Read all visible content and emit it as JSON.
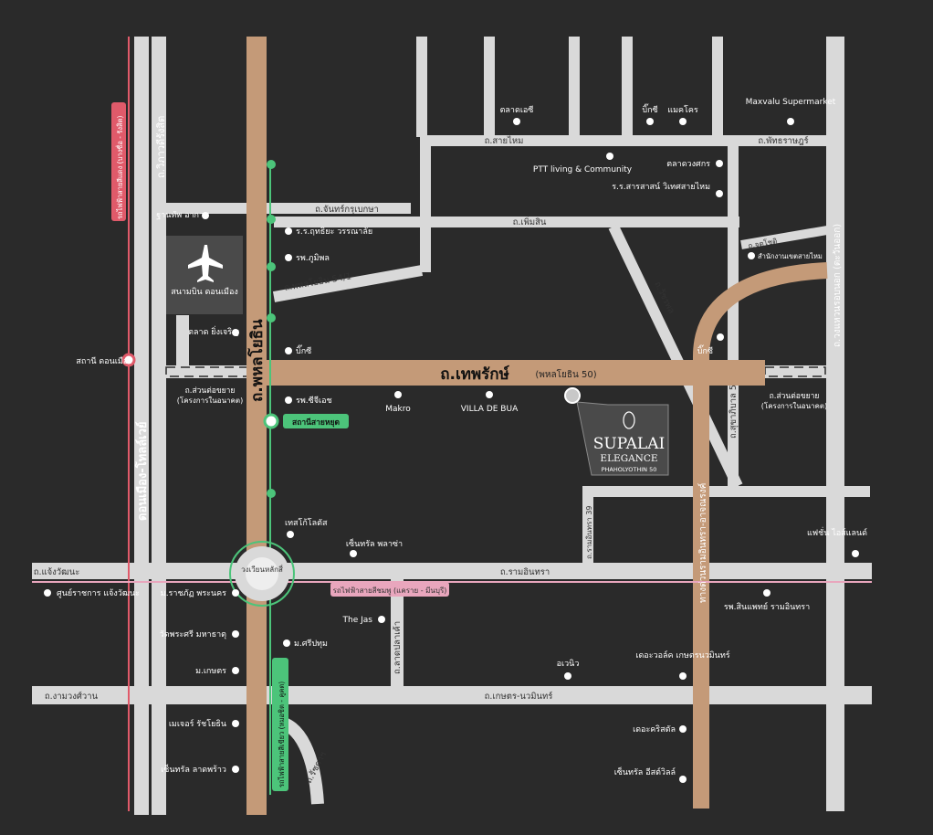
{
  "colors": {
    "background": "#2a2a2a",
    "road": "#d9d9d9",
    "main_road": "#c49a78",
    "green_line": "#4cc47a",
    "red_line": "#e05a6a",
    "pink_line": "#e9a6bd",
    "label": "#ffffff",
    "poi_dot": "#ffffff"
  },
  "icons": [
    "airplane-icon",
    "project-marker-icon",
    "lotus-logo-icon"
  ],
  "roads": {
    "vibhavadi": "ถ.วิภาวดีรังสิต",
    "donmueang_tollway": "ดอนเมือง-โทลล์เวย์",
    "phahonyothin": "ถ.พหลโยธิน",
    "thep_rak": "ถ.เทพรักษ์",
    "thep_rak_note": "(พหลโยธิน 50)",
    "chantharakasem": "ถ.จันทร์กรุเบกษา",
    "sai_mai": "ถ.สายไหม",
    "phatthana": "ถ.พัทธราษฎร์",
    "phoem_sin": "ถ.เพิ่มสิน",
    "phahon_54_1": "ถ.พหลโยธิน 54/1",
    "wacharaphon": "ถ.วัชรพล",
    "chotwithayut": "ถ.จตุโชติ",
    "suan_ton_left": "ถ.ส่วนต่อขยาย",
    "suan_ton_left_note": "(โครงการในอนาคต)",
    "suan_ton_right": "ถ.ส่วนต่อขยาย",
    "suan_ton_right_note": "(โครงการในอนาคต)",
    "sukhapiban_5": "ถ.สุขาภิบาล 5",
    "east_ring": "ถ.วงแหวนรอบนอก (ตะวันออก)",
    "ramintra_at_narong": "ทางด่วนรามอินทรา-อาจณรงค์",
    "ramintra_39": "ถ.รามอินทรา 39",
    "chaengwattana": "ถ.แจ้งวัฒนะ",
    "ramintra": "ถ.รามอินทรา",
    "lat_pla_khao": "ถ.ลาดปลาเค้า",
    "ngamwongwan": "ถ.งามวงศ์วาน",
    "kaset_nawamin": "ถ.เกษตร-นวมินทร์",
    "ratchada": "ถ.รัชดาฯ",
    "circle": "วงเวียนหลักสี่"
  },
  "transit": {
    "red_line": "รถไฟฟ้าสายสีแดง (บางซื่อ - รังสิต)",
    "pink_line": "รถไฟฟ้าสายสีชมพู (แคราย - มีนบุรี)",
    "green_line": "รถไฟฟ้าสายสีเขียว (หมอชิต - คูคต)",
    "donmueang_station": "สถานี ดอนเมือง",
    "sai_yut_station": "สถานีสายหยุด"
  },
  "places": {
    "airport": "สนามบิน ดอนเมือง",
    "talad_yingcharoen": "ตลาด ยิ่งเจริญ",
    "wing_phil": "ฐานทัพ อากาศ",
    "rr_thutiya": "ร.ร.ฤทธิยะ วรรณาลัย",
    "bhumiphol": "รพ.ภูมิพล",
    "bigc_west": "บิ๊กซี",
    "rp_sikhet": "รพ.ซีจีเอช",
    "makro": "Makro",
    "villa_de_bua": "VILLA DE BUA",
    "talad_or": "ตลาดเอซี",
    "bigc_north": "บิ๊กซี",
    "makro_north": "แมคโคร",
    "maxvalu": "Maxvalu Supermarket",
    "ptt_living": "PTT living & Community",
    "talad_thong": "ตลาดวงศกร",
    "rr_sarasas": "ร.ร.สารสาสน์ วิเทศสายไหม",
    "district_office": "สำนักงานเขตสายไหม",
    "bigc_east": "บิ๊กซี",
    "tesco": "เทสโก้โลตัส",
    "central_plaza": "เซ็นทรัล พลาซ่า",
    "fashion_island": "แฟชั่น ไอส์แลนด์",
    "govt_center": "ศูนย์ราชการ แจ้งวัฒนะ",
    "rajabhat": "ม.ราชภัฏ พระนคร",
    "wat_phra_sri": "วัดพระศรี มหาธาตุ",
    "sripatum": "ม.ศรีปทุม",
    "kasetsart": "ม.เกษตร",
    "the_jas": "The Jas",
    "siam_nakarin": "รพ.สินแพทย์ รามอินทรา",
    "ar_nawin": "อเวนิว",
    "the_walk": "เดอะวอล์ค เกษตรนวมินทร์",
    "major": "เมเจอร์ รัชโยธิน",
    "the_crystal": "เดอะคริสตัล",
    "central_ladprao": "เซ็นทรัล ลาดพร้าว",
    "central_eastville": "เซ็นทรัล อีสต์วิลล์"
  },
  "project": {
    "name": "SUPALAI",
    "line2": "ELEGANCE",
    "line3": "PHAHOLYOTHIN 50"
  }
}
